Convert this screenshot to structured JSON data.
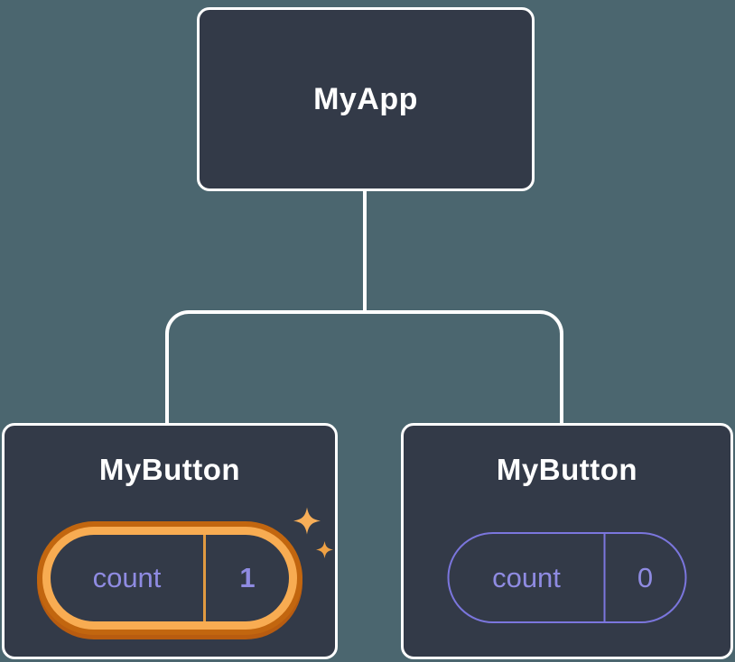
{
  "diagram": {
    "description": "React component tree with state",
    "background_color": "#4b666f",
    "node_fill_color": "#333a48",
    "node_border_color": "#ffffff",
    "state_text_color": "#8f8be2",
    "plain_pill_border_color": "#7b76dd",
    "highlight_border_color": "#f8ac52",
    "highlight_ring_color": "#c2660f",
    "root": {
      "label": "MyApp"
    },
    "children": [
      {
        "label": "MyButton",
        "highlighted": true,
        "state": {
          "name": "count",
          "value": "1"
        }
      },
      {
        "label": "MyButton",
        "highlighted": false,
        "state": {
          "name": "count",
          "value": "0"
        }
      }
    ],
    "icons": {
      "sparkle_large_color": "#f7ae58",
      "sparkle_small_color": "#efa145"
    }
  }
}
